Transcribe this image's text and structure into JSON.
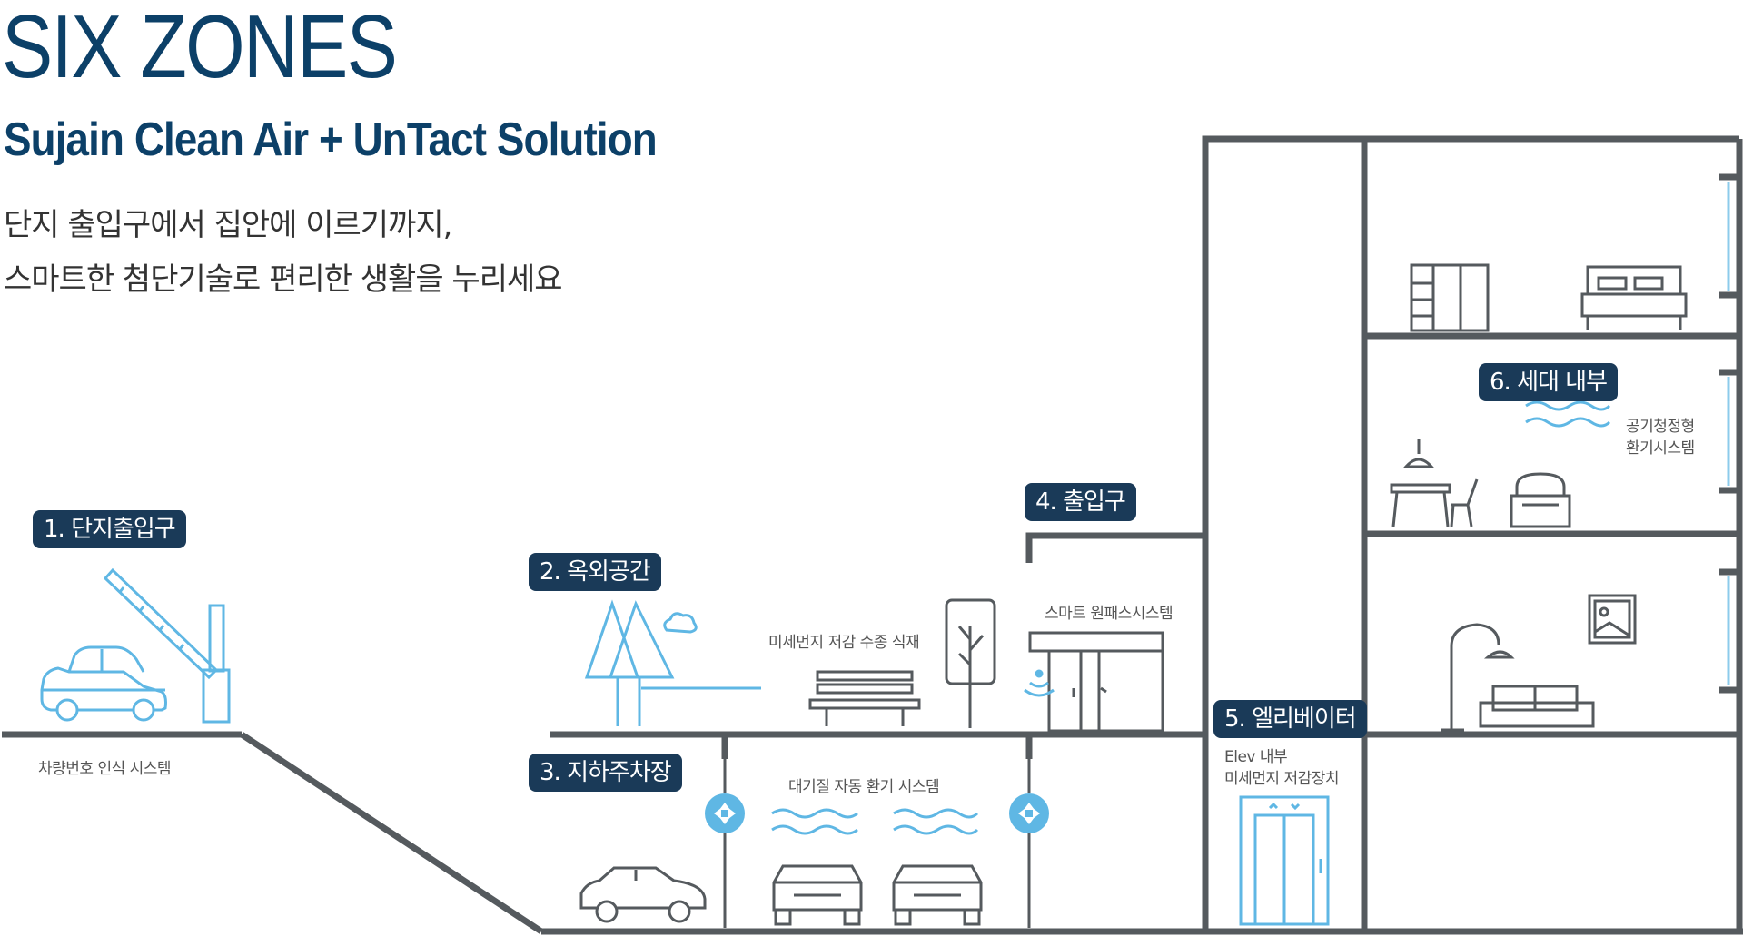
{
  "header": {
    "title": "SIX ZONES",
    "subtitle": "Sujain Clean Air + UnTact Solution",
    "description_lines": [
      "단지 출입구에서 집안에 이르기까지,",
      "스마트한 첨단기술로 편리한 생활을 누리세요"
    ]
  },
  "zones": [
    {
      "label": "1. 단지출입구",
      "caption": "차량번호 인식 시스템"
    },
    {
      "label": "2. 옥외공간",
      "caption": "미세먼지 저감 수종 식재"
    },
    {
      "label": "3. 지하주차장",
      "caption": "대기질 자동 환기 시스템"
    },
    {
      "label": "4. 출입구",
      "caption": "스마트 원패스시스템"
    },
    {
      "label": "5. 엘리베이터",
      "caption_lines": [
        "Elev 내부",
        "미세먼지 저감장치"
      ]
    },
    {
      "label": "6. 세대 내부",
      "caption_lines": [
        "공기청정형",
        "환기시스템"
      ]
    }
  ],
  "colors": {
    "title": "#0c4068",
    "badge": "#1a3a58",
    "structure": "#555a5e",
    "accent": "#5fb7e4"
  },
  "icons": [
    "car-icon",
    "barrier-gate-icon",
    "tree-icon",
    "cloud-icon",
    "bench-icon",
    "fan-icon",
    "air-flow-icon",
    "door-icon",
    "elevator-icon",
    "wardrobe-icon",
    "bed-icon",
    "table-icon",
    "chair-icon",
    "armchair-icon",
    "floor-lamp-icon",
    "sofa-icon",
    "picture-frame-icon"
  ]
}
